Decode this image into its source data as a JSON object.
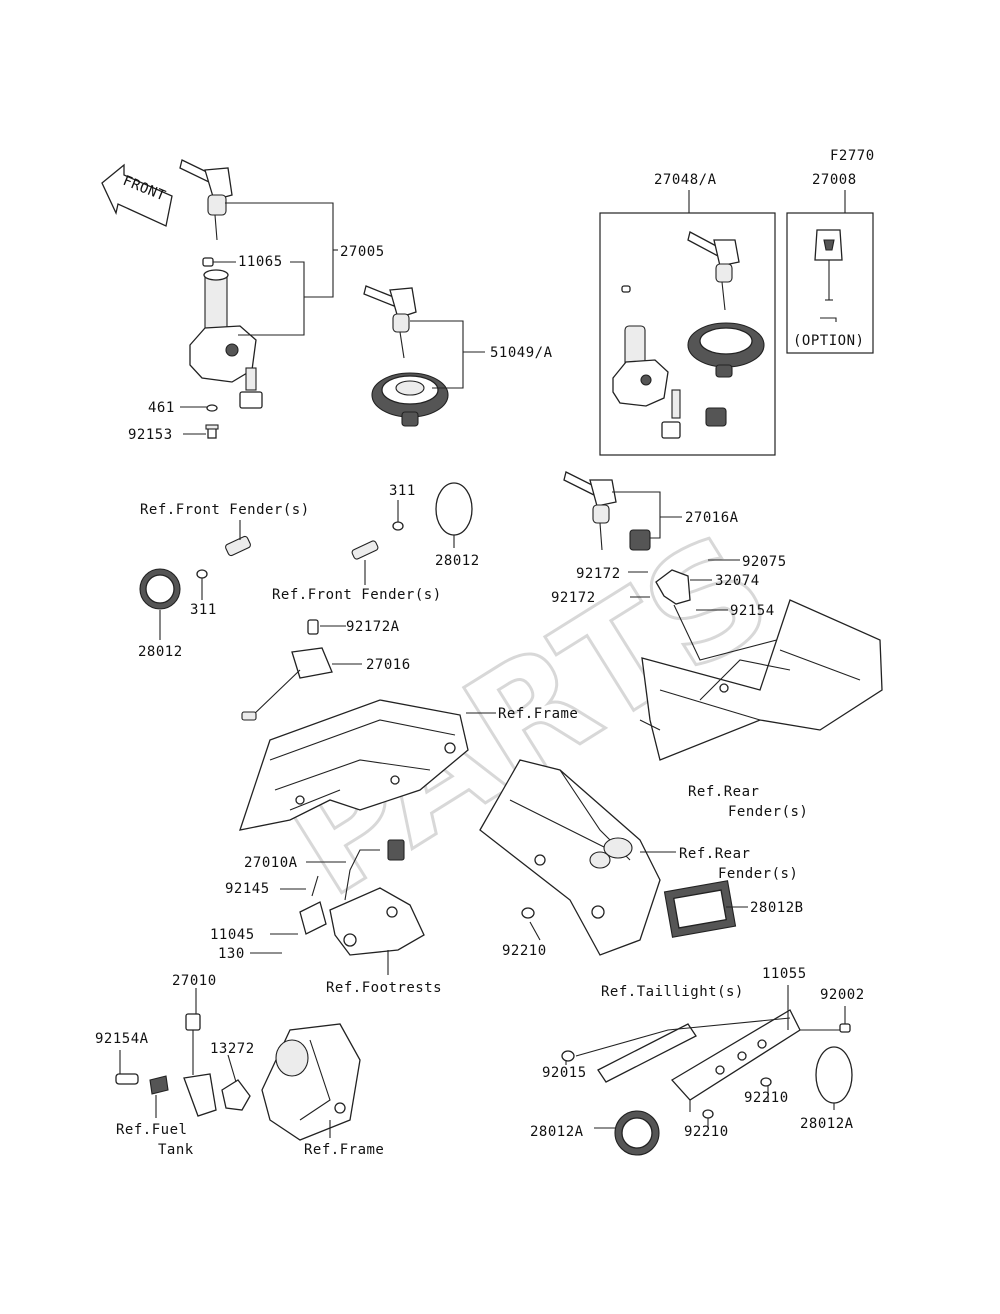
{
  "diagram": {
    "code": "F2770",
    "front_label": "FRONT",
    "watermark": "PARTS",
    "option_label": "(OPTION)",
    "labels": {
      "p27048A": "27048/A",
      "p27008": "27008",
      "p27005": "27005",
      "p11065": "11065",
      "p51049A": "51049/A",
      "p461": "461",
      "p92153": "92153",
      "p311a": "311",
      "p311b": "311",
      "ref_front_fender_1": "Ref.Front Fender(s)",
      "ref_front_fender_2": "Ref.Front Fender(s)",
      "p28012a": "28012",
      "p28012b": "28012",
      "p27016A": "27016A",
      "p92075": "92075",
      "p92172a": "92172",
      "p92172b": "92172",
      "p32074": "32074",
      "p92154": "92154",
      "p92172A": "92172A",
      "p27016": "27016",
      "ref_frame_1": "Ref.Frame",
      "ref_rear_fender_1a": "Ref.Rear",
      "ref_rear_fender_1b": "Fender(s)",
      "p27010A": "27010A",
      "p92145": "92145",
      "p11045": "11045",
      "p130": "130",
      "ref_rear_fender_2a": "Ref.Rear",
      "ref_rear_fender_2b": "Fender(s)",
      "p28012B": "28012B",
      "p92210a": "92210",
      "ref_footrests": "Ref.Footrests",
      "p11055": "11055",
      "ref_taillight": "Ref.Taillight(s)",
      "p92002": "92002",
      "p27010": "27010",
      "p92154A": "92154A",
      "p13272": "13272",
      "p92015": "92015",
      "p92210b": "92210",
      "p92210c": "92210",
      "p28012A_a": "28012A",
      "p28012A_b": "28012A",
      "ref_fuel_a": "Ref.Fuel",
      "ref_fuel_b": "Tank",
      "ref_frame_2": "Ref.Frame"
    }
  }
}
